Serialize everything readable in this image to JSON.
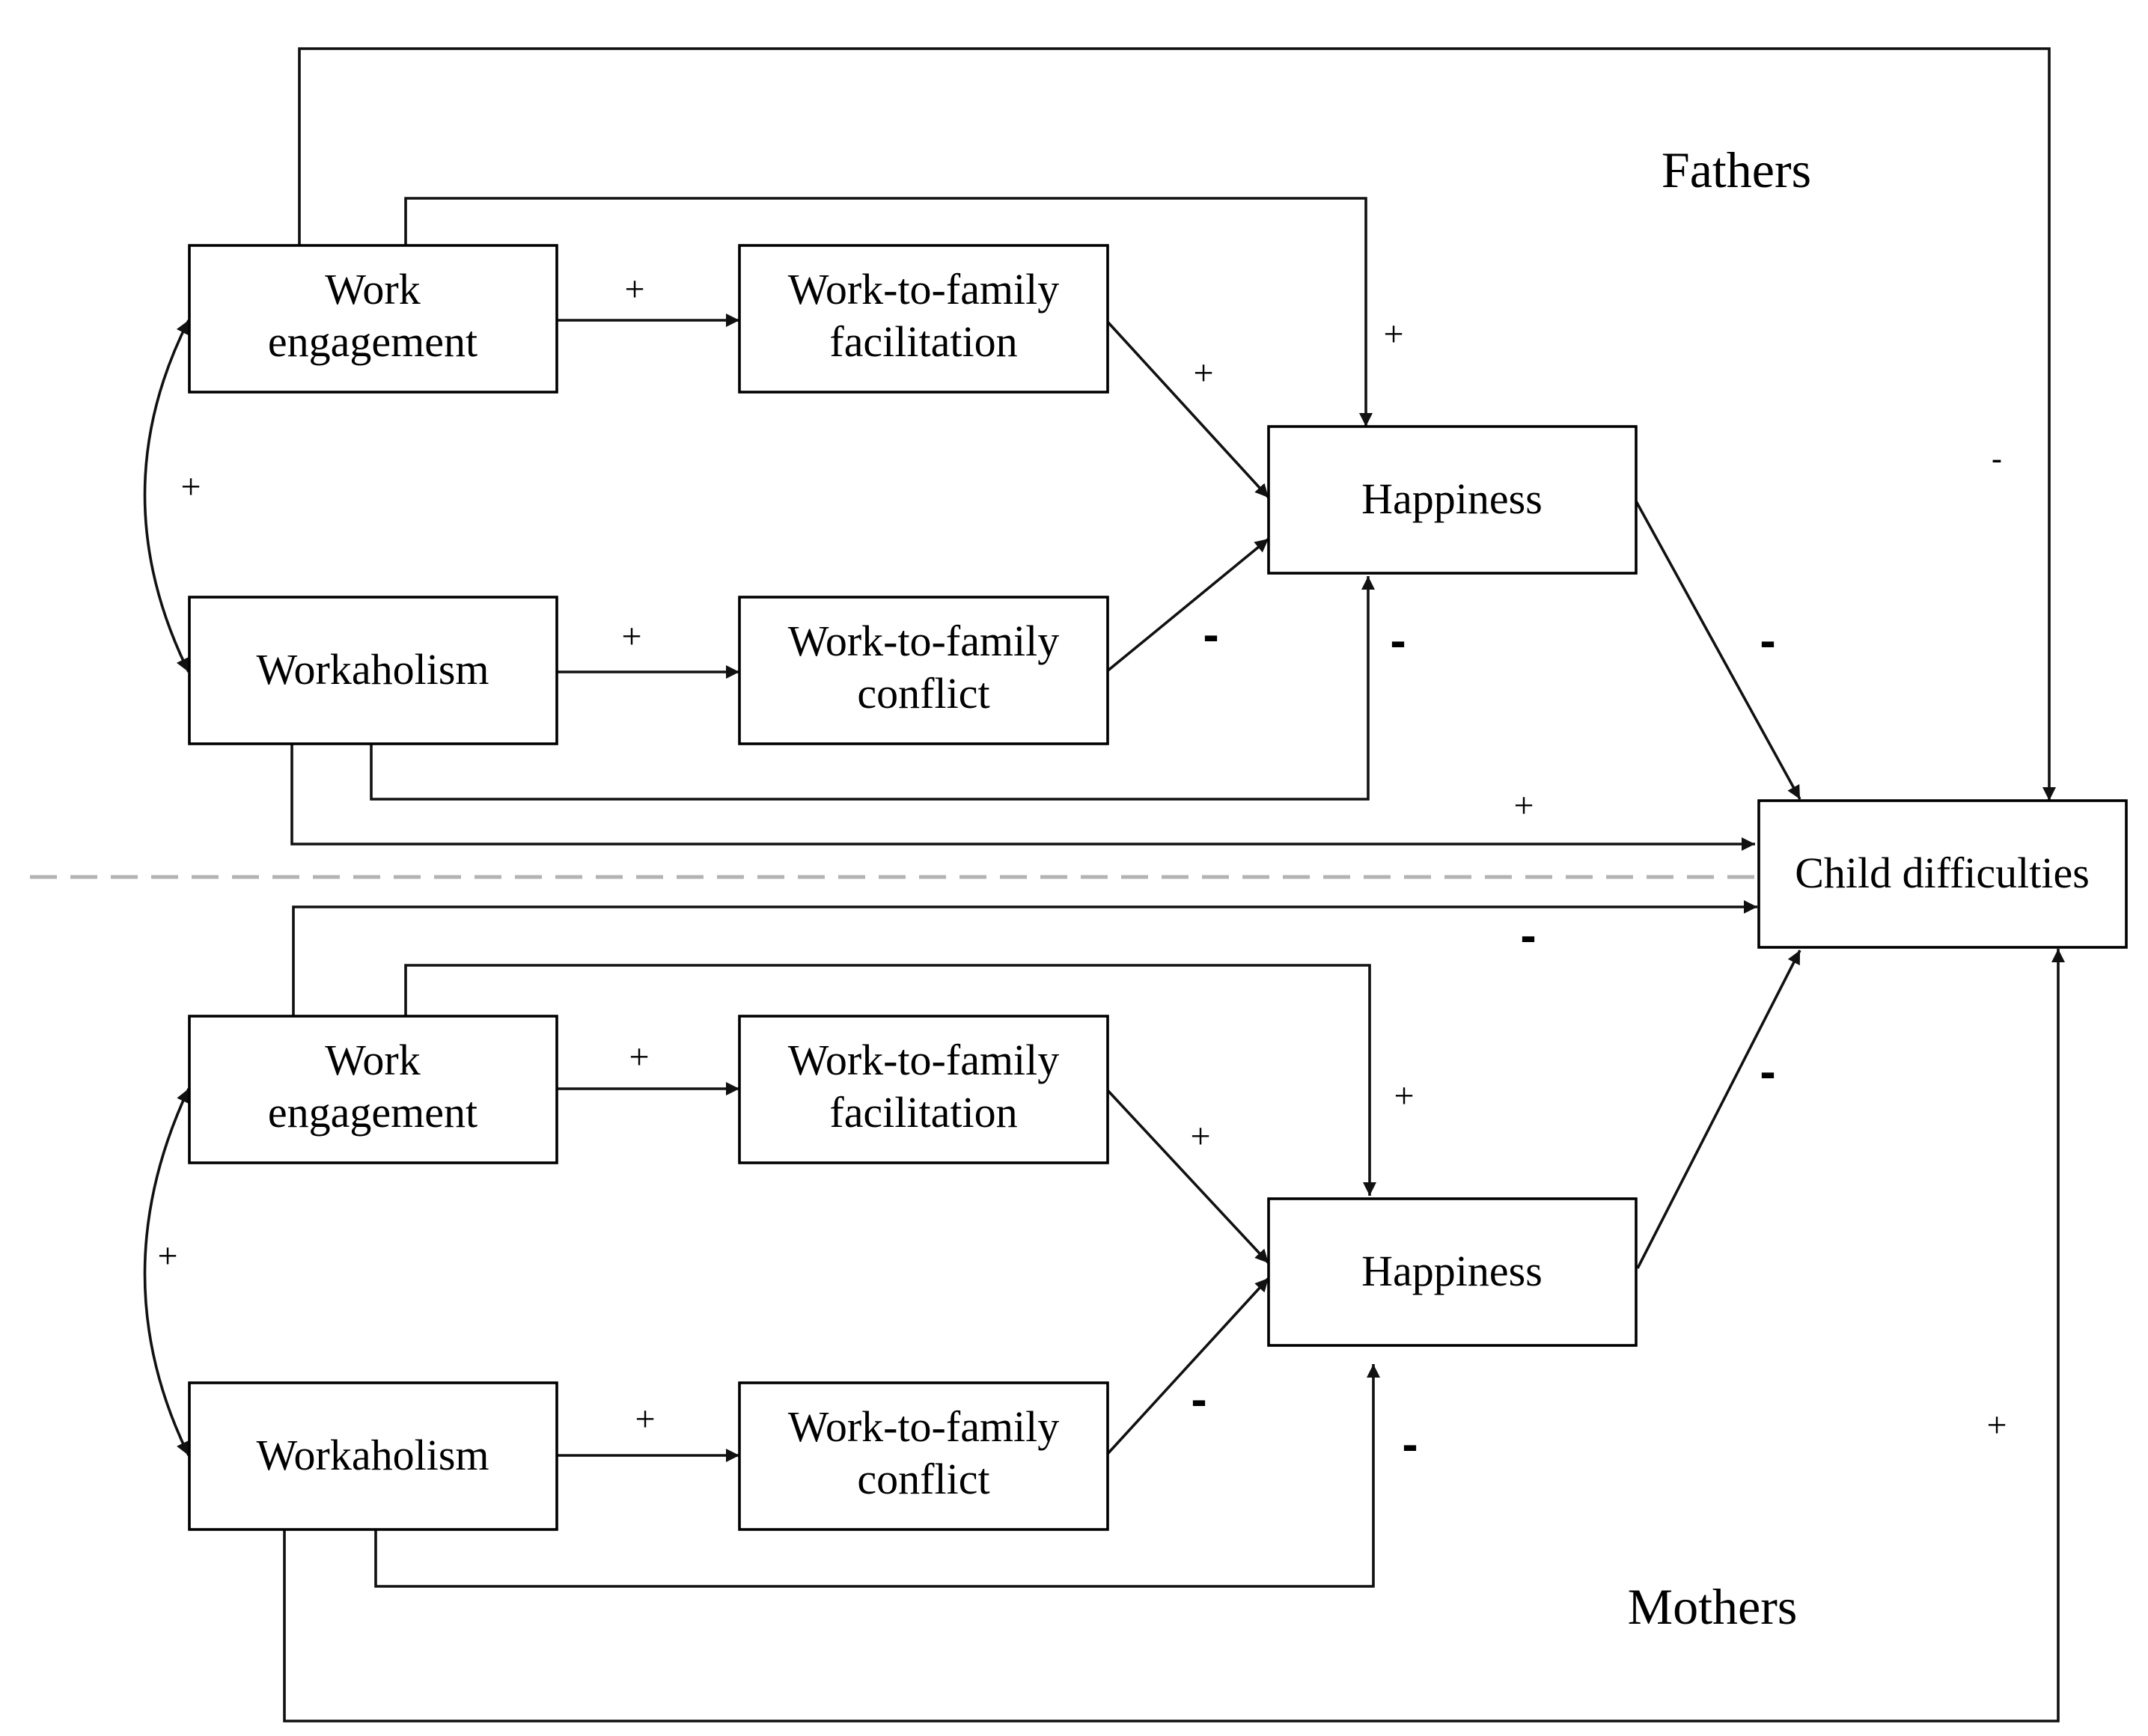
{
  "groups": {
    "fathers": "Fathers",
    "mothers": "Mothers"
  },
  "nodes": {
    "f_work_engagement": [
      "Work",
      "engagement"
    ],
    "f_wff": [
      "Work-to-family",
      "facilitation"
    ],
    "f_workaholism": [
      "Workaholism"
    ],
    "f_wfc": [
      "Work-to-family",
      "conflict"
    ],
    "f_happiness": [
      "Happiness"
    ],
    "child_difficulties": [
      "Child difficulties"
    ],
    "m_work_engagement": [
      "Work",
      "engagement"
    ],
    "m_wff": [
      "Work-to-family",
      "facilitation"
    ],
    "m_workaholism": [
      "Workaholism"
    ],
    "m_wfc": [
      "Work-to-family",
      "conflict"
    ],
    "m_happiness": [
      "Happiness"
    ]
  },
  "signs": {
    "f_we_wff": "+",
    "f_we_happiness": "+",
    "f_wff_happiness": "+",
    "f_we_workaholism": "+",
    "f_wa_wfc": "+",
    "f_wfc_happiness": "-",
    "f_wa_happiness": "-",
    "f_happiness_child": "-",
    "f_we_child": "-",
    "f_wa_child": "+",
    "m_we_child": "-",
    "m_we_wff": "+",
    "m_we_happiness": "+",
    "m_wff_happiness": "+",
    "m_we_workaholism": "+",
    "m_wa_wfc": "+",
    "m_wfc_happiness": "-",
    "m_wa_happiness": "-",
    "m_happiness_child": "-",
    "m_wa_child": "+"
  }
}
